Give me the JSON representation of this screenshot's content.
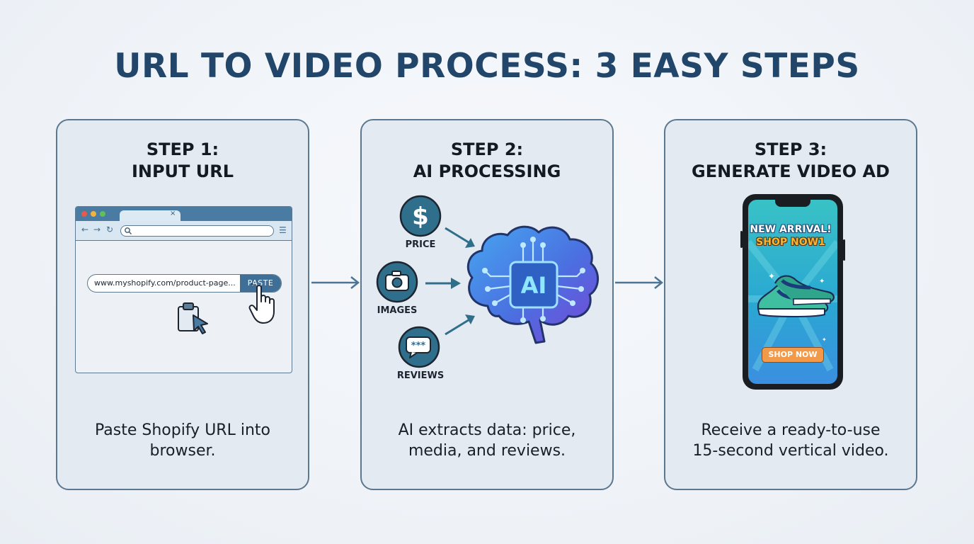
{
  "title": "URL TO VIDEO PROCESS: 3 EASY STEPS",
  "steps": [
    {
      "heading_line1": "STEP 1:",
      "heading_line2": "INPUT URL",
      "caption_line1": "Paste Shopify URL into",
      "caption_line2": "browser.",
      "url_text": "www.myshopify.com/product-page...",
      "paste_label": "PASTE"
    },
    {
      "heading_line1": "STEP 2:",
      "heading_line2": "AI PROCESSING",
      "caption_line1": "AI extracts data: price,",
      "caption_line2": "media, and reviews.",
      "inputs": [
        "PRICE",
        "IMAGES",
        "REVIEWS"
      ],
      "brain_label": "AI"
    },
    {
      "heading_line1": "STEP 3:",
      "heading_line2": "GENERATE VIDEO AD",
      "caption_line1": "Receive a ready-to-use",
      "caption_line2": "15-second vertical video.",
      "phone_headline1": "NEW ARRIVAL!",
      "phone_headline2": "SHOP NOW1",
      "phone_button": "SHOP NOW"
    }
  ],
  "colors": {
    "title": "#22466a",
    "card_fill": "#e4eaf1",
    "card_border": "#5c7890",
    "arrow": "#4d7494",
    "brain_blue": "#3d7fe0",
    "brain_purple": "#7a4ad8",
    "phone_screen": "#2fb3c8",
    "shop_button": "#f29a4a"
  }
}
